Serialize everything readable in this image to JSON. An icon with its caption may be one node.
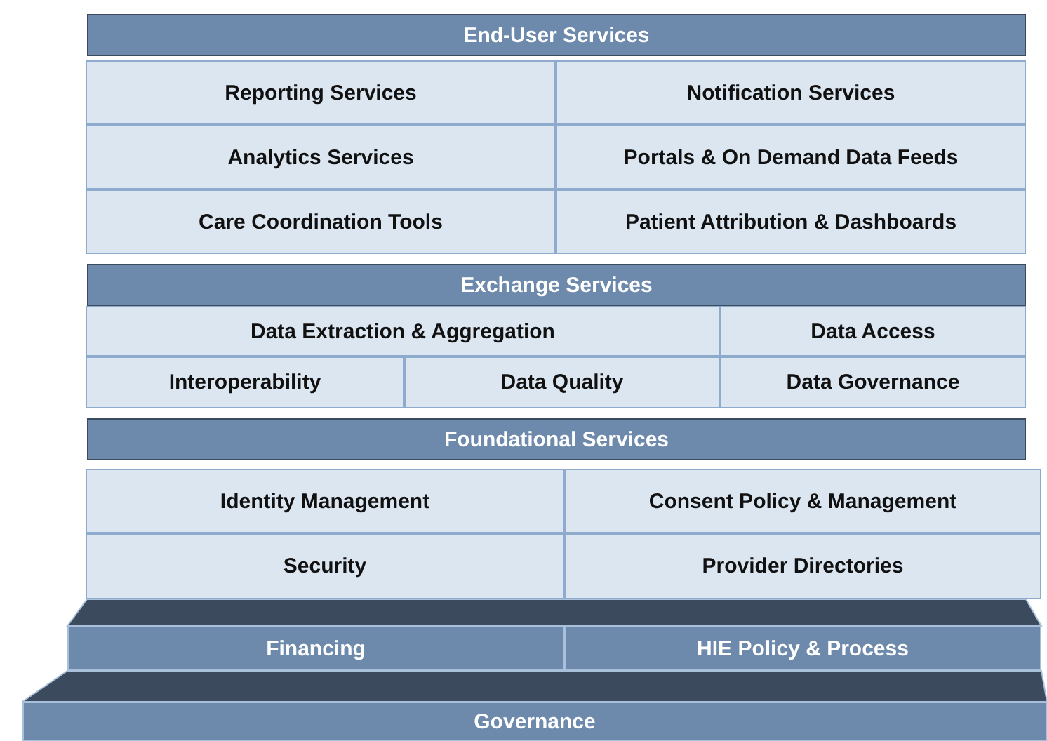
{
  "diagram": {
    "nodes": [
      {
        "text": [
          "End-User Services"
        ]
      },
      {
        "text": [
          "Reporting Services"
        ]
      },
      {
        "text": [
          "Notification Services"
        ]
      },
      {
        "text": [
          "Analytics Services"
        ]
      },
      {
        "text": [
          "Portals & On Demand Data Feeds"
        ]
      },
      {
        "text": [
          "Care Coordination Tools"
        ]
      },
      {
        "text": [
          "Patient Attribution & Dashboards"
        ]
      },
      {
        "text": [
          "Exchange Services"
        ]
      },
      {
        "text": [
          "Data Extraction & Aggregation"
        ]
      },
      {
        "text": [
          "Data Access"
        ]
      },
      {
        "text": [
          "Interoperability"
        ]
      },
      {
        "text": [
          "Data Quality"
        ]
      },
      {
        "text": [
          "Data Governance"
        ]
      },
      {
        "text": [
          "Foundational Services"
        ]
      },
      {
        "text": [
          "Identity Management"
        ]
      },
      {
        "text": [
          "Consent Policy & Management"
        ]
      },
      {
        "text": [
          "Security"
        ]
      },
      {
        "text": [
          "Provider Directories"
        ]
      },
      {
        "text": [
          "Financing"
        ]
      },
      {
        "text": [
          "HIE Policy & Process"
        ]
      },
      {
        "text": [
          "Governance"
        ]
      }
    ]
  }
}
